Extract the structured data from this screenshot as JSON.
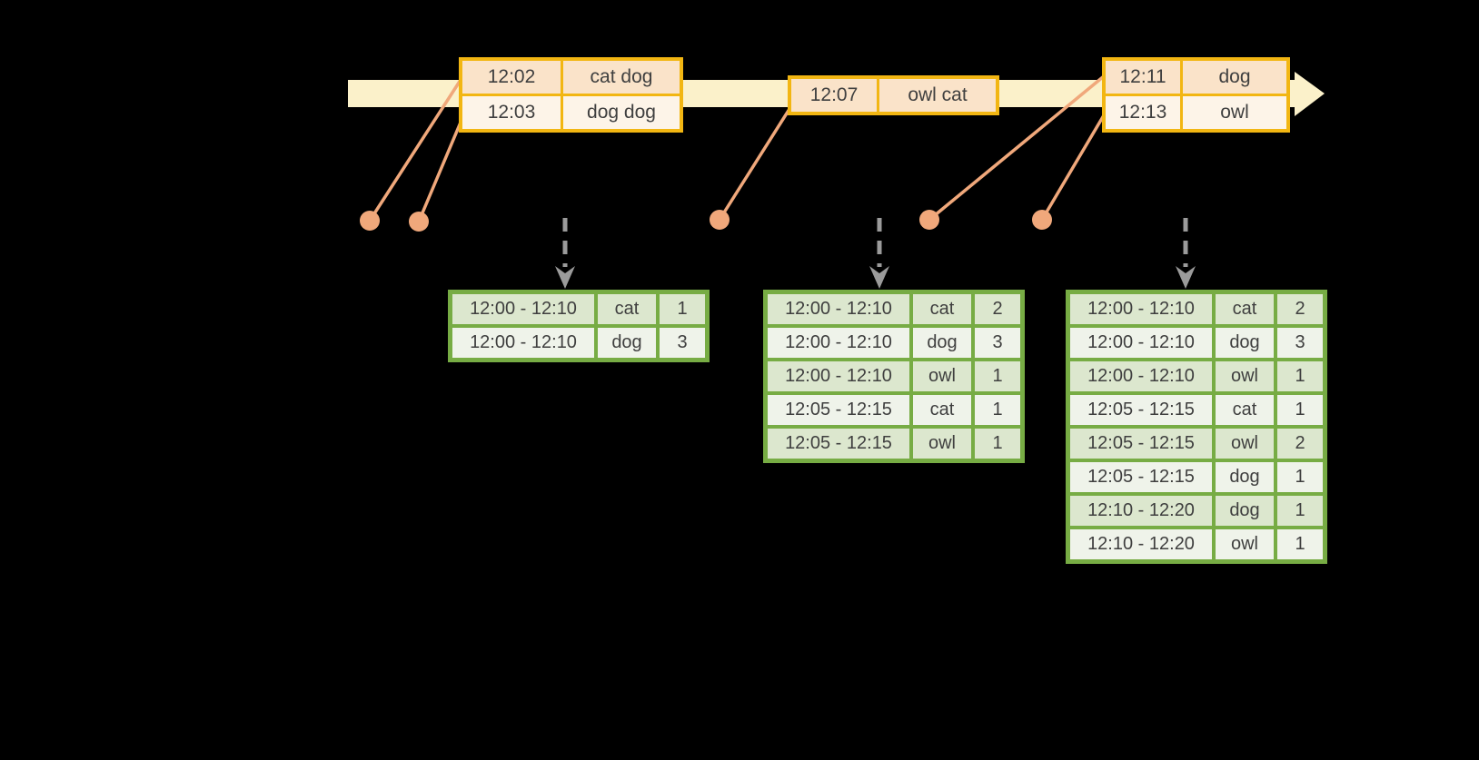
{
  "diagram": {
    "kind": "streaming-windowed-word-count-timeline",
    "colors": {
      "background": "#000000",
      "timeline_fill": "#FBF1CA",
      "event_table_border": "#F2B612",
      "event_row_dark": "#FAE3C9",
      "event_row_light": "#FDF4E8",
      "connector_salmon": "#F0A87B",
      "result_table_border": "#77AC44",
      "result_row_dark": "#DCE7CE",
      "result_row_light": "#EFF3EA",
      "trigger_arrow_gray": "#9B9B9B",
      "text": "#3F3F3F"
    },
    "icons": {
      "timeline_arrow": "right-arrow",
      "trigger_arrow": "dashed-down-arrow",
      "event_marker": "dot"
    }
  },
  "events": {
    "batch1": {
      "rows": [
        {
          "time": "12:02",
          "words": "cat dog"
        },
        {
          "time": "12:03",
          "words": "dog dog"
        }
      ]
    },
    "batch2": {
      "rows": [
        {
          "time": "12:07",
          "words": "owl cat"
        }
      ]
    },
    "batch3": {
      "rows": [
        {
          "time": "12:11",
          "words": "dog"
        },
        {
          "time": "12:13",
          "words": "owl"
        }
      ]
    }
  },
  "results": {
    "table1": {
      "rows": [
        {
          "window": "12:00 - 12:10",
          "word": "cat",
          "count": "1"
        },
        {
          "window": "12:00 - 12:10",
          "word": "dog",
          "count": "3"
        }
      ]
    },
    "table2": {
      "rows": [
        {
          "window": "12:00 - 12:10",
          "word": "cat",
          "count": "2"
        },
        {
          "window": "12:00 - 12:10",
          "word": "dog",
          "count": "3"
        },
        {
          "window": "12:00 - 12:10",
          "word": "owl",
          "count": "1"
        },
        {
          "window": "12:05 - 12:15",
          "word": "cat",
          "count": "1"
        },
        {
          "window": "12:05 - 12:15",
          "word": "owl",
          "count": "1"
        }
      ]
    },
    "table3": {
      "rows": [
        {
          "window": "12:00 - 12:10",
          "word": "cat",
          "count": "2"
        },
        {
          "window": "12:00 - 12:10",
          "word": "dog",
          "count": "3"
        },
        {
          "window": "12:00 - 12:10",
          "word": "owl",
          "count": "1"
        },
        {
          "window": "12:05 - 12:15",
          "word": "cat",
          "count": "1"
        },
        {
          "window": "12:05 - 12:15",
          "word": "owl",
          "count": "2"
        },
        {
          "window": "12:05 - 12:15",
          "word": "dog",
          "count": "1"
        },
        {
          "window": "12:10 - 12:20",
          "word": "dog",
          "count": "1"
        },
        {
          "window": "12:10 - 12:20",
          "word": "owl",
          "count": "1"
        }
      ]
    }
  }
}
